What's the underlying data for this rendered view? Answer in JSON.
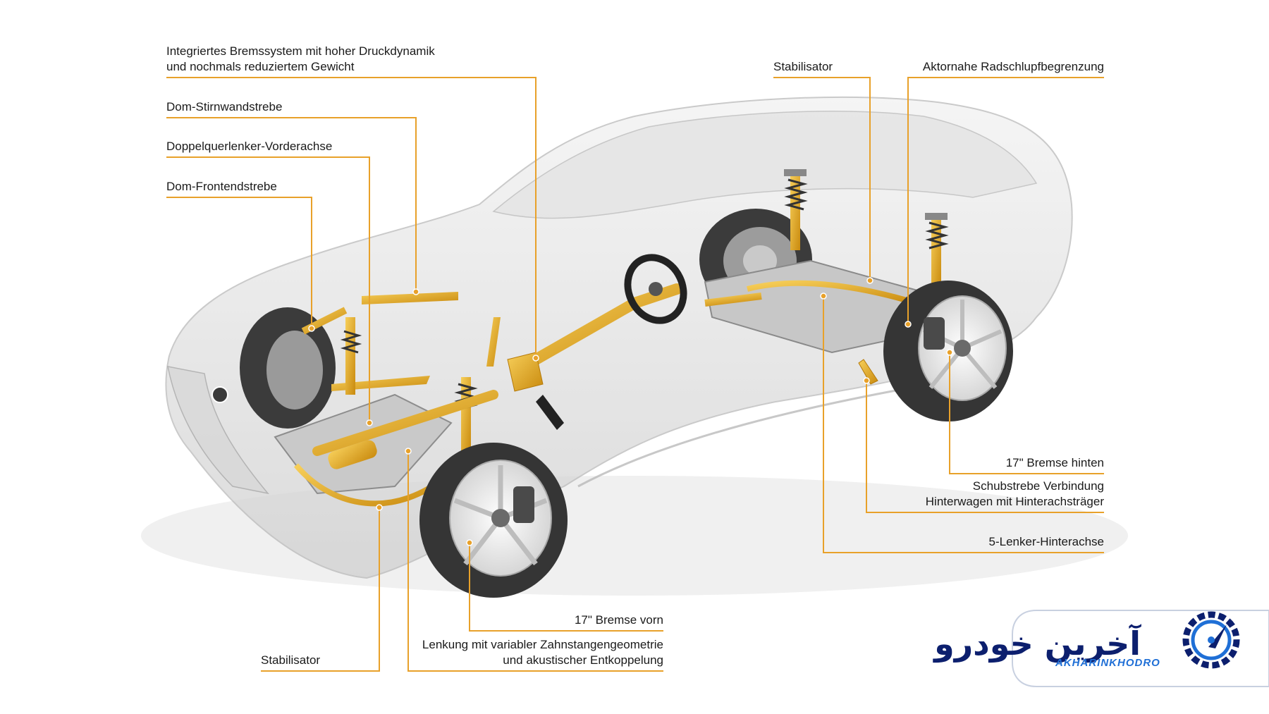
{
  "labels": {
    "bremssystem_l1": "Integriertes Bremssystem mit hoher Druckdynamik",
    "bremssystem_l2": "und nochmals reduziertem Gewicht",
    "dom_stirnwand": "Dom-Stirnwandstrebe",
    "doppelquerlenker": "Doppelquerlenker-Vorderachse",
    "dom_front": "Dom-Frontendstrebe",
    "stabilisator_front": "Stabilisator",
    "lenkung_l1": "Lenkung mit variabler Zahnstangengeometrie",
    "lenkung_l2": "und akustischer Entkoppelung",
    "bremse_vorn": "17\" Bremse vorn",
    "stabilisator_rear": "Stabilisator",
    "radschlupf": "Aktornahe Radschlupfbegrenzung",
    "bremse_hinten": "17\" Bremse hinten",
    "schubstrebe_l1": "Schubstrebe Verbindung",
    "schubstrebe_l2": "Hinterwagen mit Hinterachsträger",
    "lenker_hinterachse": "5-Lenker-Hinterachse"
  },
  "logo": {
    "text_fa": "آخرین خودرو",
    "text_en": "AKHARINKHODRO"
  },
  "colors": {
    "leader": "#e8a12a",
    "component": "#e0a51c",
    "logo_dark": "#0c1f6e",
    "logo_blue": "#1f6fd6"
  }
}
